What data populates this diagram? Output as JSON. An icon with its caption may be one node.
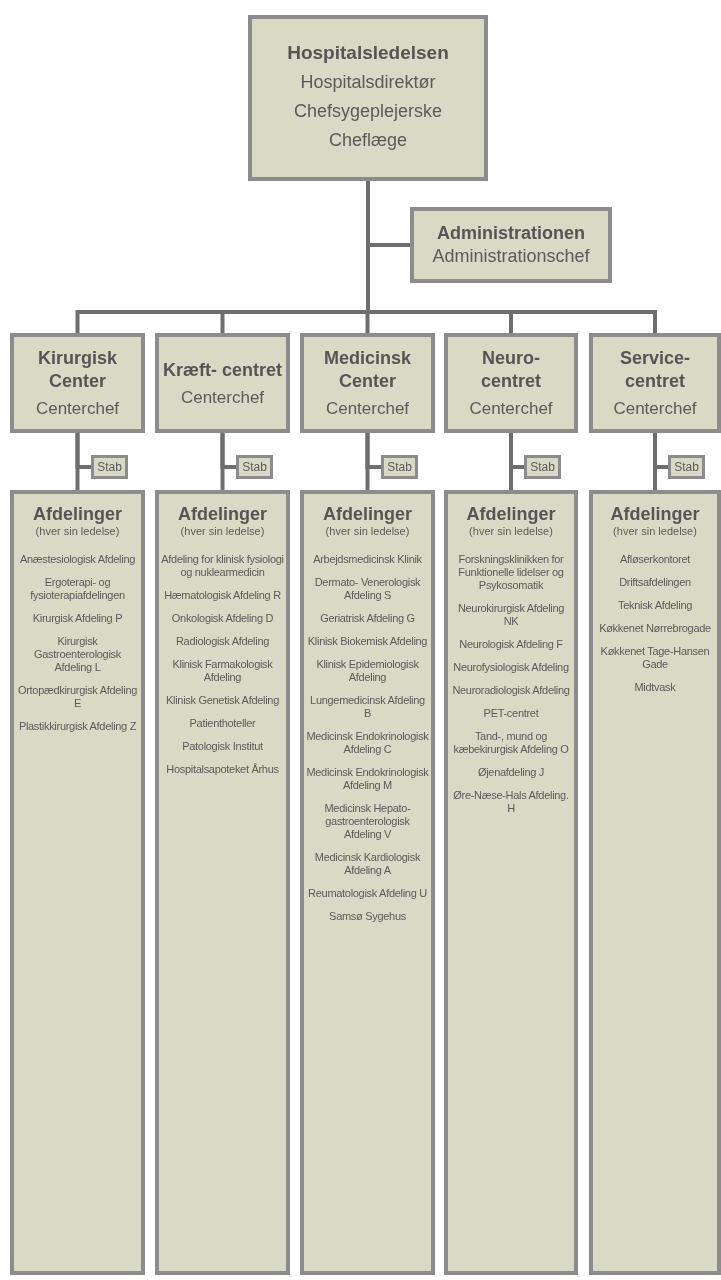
{
  "diagram": {
    "nodes": [
      {
        "text": [
          "Hospitalsledelsen",
          "Hospitalsdirektør",
          "Chefsygeplejerske",
          "Cheflæge"
        ]
      },
      {
        "text": [
          "Administrationen",
          "Administrationschef"
        ]
      },
      {
        "text": [
          "Kirurgisk Center",
          "Centerchef"
        ]
      },
      {
        "text": [
          "Stab"
        ]
      },
      {
        "text": [
          "Afdelinger",
          "(hver sin ledelse)",
          "Anæstesiologisk Afdeling",
          "Ergoterapi- og fysioterapiafdelingen",
          "Kirurgisk Afdeling P",
          "Kirurgisk Gastroenterologisk Afdeling L",
          "Ortopædkirurgisk Afdeling E",
          "Plastikkirurgisk Afdeling Z"
        ]
      },
      {
        "text": [
          "Kræft- centret",
          "Centerchef"
        ]
      },
      {
        "text": [
          "Stab"
        ]
      },
      {
        "text": [
          "Afdelinger",
          "(hver sin ledelse)",
          "Afdeling for klinisk fysiologi og nuklearmedicin",
          "Hæmatologisk Afdeling R",
          "Onkologisk Afdeling D",
          "Radiologisk Afdeling",
          "Klinisk Farmakologisk Afdeling",
          "Klinisk Genetisk Afdeling",
          "Patienthoteller",
          "Patologisk Institut",
          "Hospitalsapoteket Århus"
        ]
      },
      {
        "text": [
          "Medicinsk Center",
          "Centerchef"
        ]
      },
      {
        "text": [
          "Stab"
        ]
      },
      {
        "text": [
          "Afdelinger",
          "(hver sin ledelse)",
          "Arbejdsmedicinsk Klinik",
          "Dermato- Venerologisk Afdeling S",
          "Geriatrisk Afdeling G",
          "Klinisk Biokemisk Afdeling",
          "Klinisk Epidemiologisk Afdeling",
          "Lungemedicinsk Afdeling B",
          "Medicinsk Endokrinologisk Afdeling C",
          "Medicinsk Endokrinologisk Afdeling M",
          "Medicinsk Hepato- gastroenterologisk Afdeling V",
          "Medicinsk Kardiologisk Afdeling A",
          "Reumatologisk Afdeling U",
          "Samsø Sygehus"
        ]
      },
      {
        "text": [
          "Neuro- centret",
          "Centerchef"
        ]
      },
      {
        "text": [
          "Stab"
        ]
      },
      {
        "text": [
          "Afdelinger",
          "(hver sin ledelse)",
          "Forskningsklinikken for Funktionelle lidelser og Psykosomatik",
          "Neurokirurgisk Afdeling NK",
          "Neurologisk Afdeling F",
          "Neurofysiologisk Afdeling",
          "Neuroradiologisk Afdeling",
          "PET-centret",
          "Tand-, mund og kæbekirurgisk Afdeling O",
          "Øjenafdeling J",
          "Øre-Næse-Hals Afdeling. H"
        ]
      },
      {
        "text": [
          "Service- centret",
          "Centerchef"
        ]
      },
      {
        "text": [
          "Stab"
        ]
      },
      {
        "text": [
          "Afdelinger",
          "(hver sin ledelse)",
          "Afløserkontoret",
          "Driftsafdelingen",
          "Teknisk Afdeling",
          "Køkkenet Nørrebrogade",
          "Køkkenet Tage-Hansen Gade",
          "Midtvask"
        ]
      }
    ],
    "edges": [
      {
        "from": 0,
        "to": 1,
        "arrow": "none"
      },
      {
        "from": 0,
        "to": 2,
        "arrow": "none"
      },
      {
        "from": 0,
        "to": 5,
        "arrow": "none"
      },
      {
        "from": 0,
        "to": 8,
        "arrow": "none"
      },
      {
        "from": 0,
        "to": 11,
        "arrow": "none"
      },
      {
        "from": 0,
        "to": 14,
        "arrow": "none"
      },
      {
        "from": 2,
        "to": 3,
        "arrow": "none"
      },
      {
        "from": 2,
        "to": 4,
        "arrow": "none"
      },
      {
        "from": 5,
        "to": 6,
        "arrow": "none"
      },
      {
        "from": 5,
        "to": 7,
        "arrow": "none"
      },
      {
        "from": 8,
        "to": 9,
        "arrow": "none"
      },
      {
        "from": 8,
        "to": 10,
        "arrow": "none"
      },
      {
        "from": 11,
        "to": 12,
        "arrow": "none"
      },
      {
        "from": 11,
        "to": 13,
        "arrow": "none"
      },
      {
        "from": 14,
        "to": 15,
        "arrow": "none"
      },
      {
        "from": 14,
        "to": 16,
        "arrow": "none"
      }
    ]
  }
}
